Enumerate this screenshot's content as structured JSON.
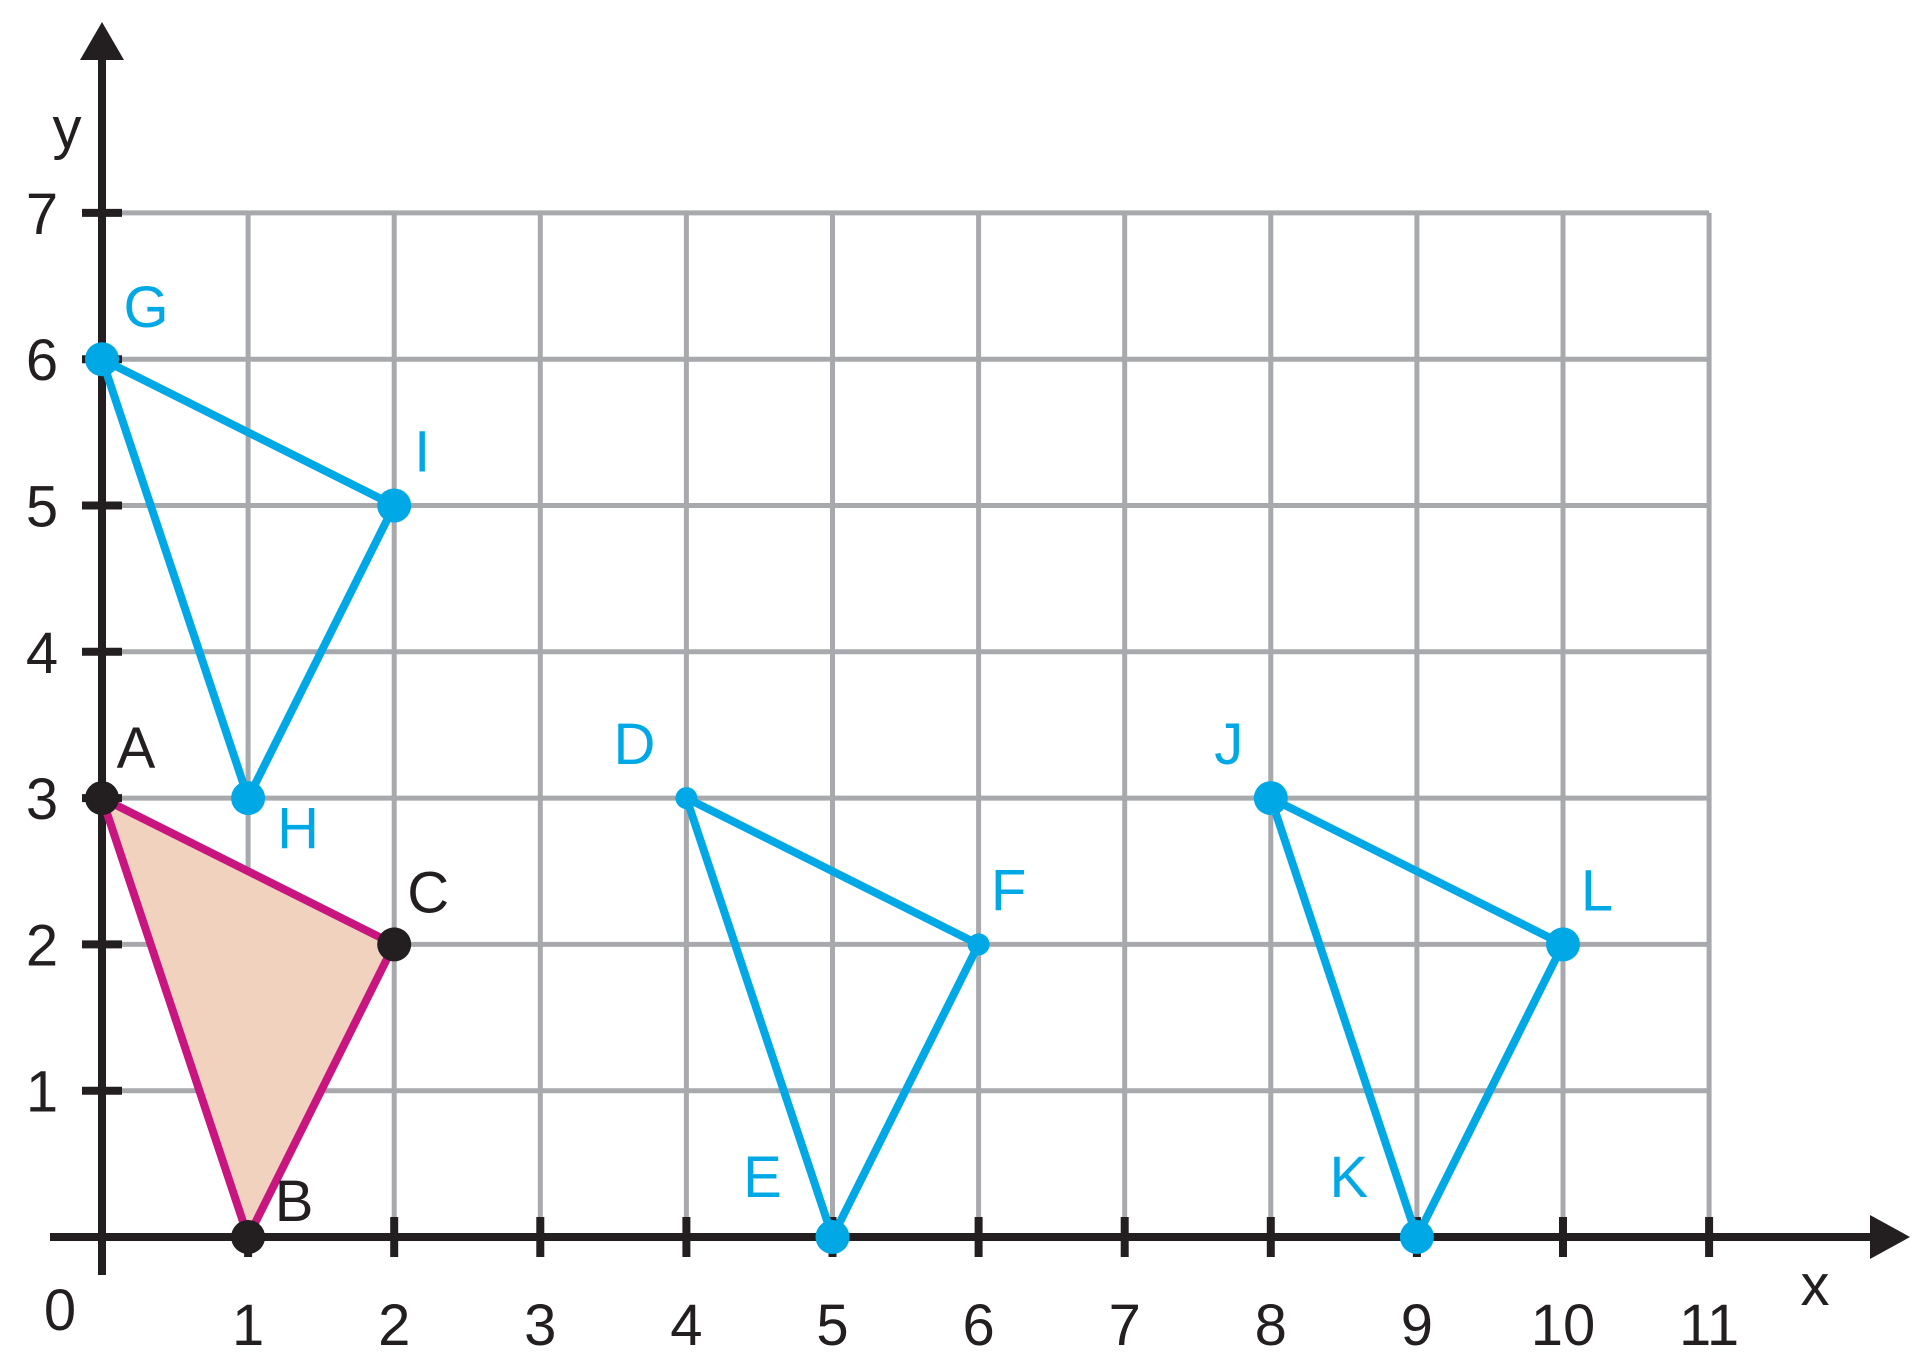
{
  "axes": {
    "x_label": "x",
    "y_label": "y",
    "origin_label": "0",
    "x_ticks": [
      "1",
      "2",
      "3",
      "4",
      "5",
      "6",
      "7",
      "8",
      "9",
      "10",
      "11"
    ],
    "y_ticks": [
      "1",
      "2",
      "3",
      "4",
      "5",
      "6",
      "7"
    ],
    "x_range": [
      0,
      11
    ],
    "y_range": [
      0,
      7
    ],
    "grid": true
  },
  "colors": {
    "grid": "#a7a9ac",
    "axis": "#231f20",
    "original": "#c8157f",
    "original_fill": "#f1d2bf",
    "image": "#00a9e6",
    "original_point": "#231f20"
  },
  "triangles": [
    {
      "vertices": [
        {
          "name": "A",
          "x": 0,
          "y": 3
        },
        {
          "name": "B",
          "x": 1,
          "y": 0
        },
        {
          "name": "C",
          "x": 2,
          "y": 2
        }
      ],
      "role": "original",
      "filled": true
    },
    {
      "vertices": [
        {
          "name": "D",
          "x": 4,
          "y": 3
        },
        {
          "name": "E",
          "x": 5,
          "y": 0
        },
        {
          "name": "F",
          "x": 6,
          "y": 2
        }
      ],
      "role": "image",
      "filled": false
    },
    {
      "vertices": [
        {
          "name": "G",
          "x": 0,
          "y": 6
        },
        {
          "name": "H",
          "x": 1,
          "y": 3
        },
        {
          "name": "I",
          "x": 2,
          "y": 5
        }
      ],
      "role": "image",
      "filled": false
    },
    {
      "vertices": [
        {
          "name": "J",
          "x": 8,
          "y": 3
        },
        {
          "name": "K",
          "x": 9,
          "y": 0
        },
        {
          "name": "L",
          "x": 10,
          "y": 2
        }
      ],
      "role": "image",
      "filled": false
    }
  ]
}
